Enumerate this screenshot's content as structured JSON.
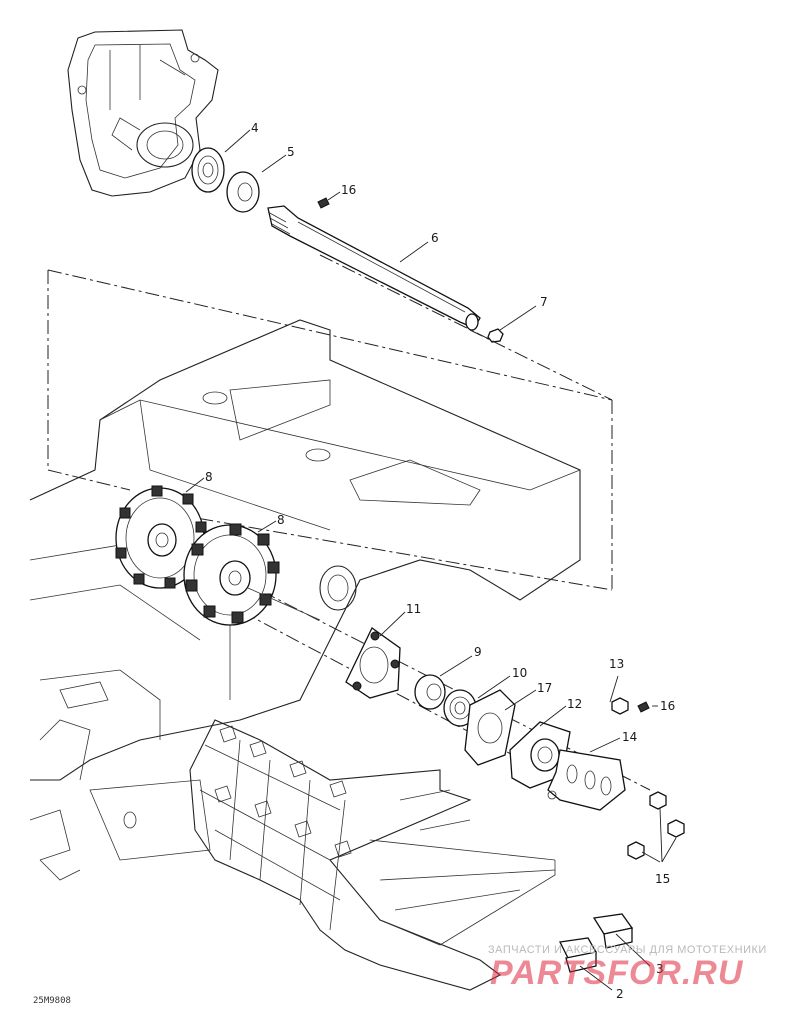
{
  "callouts": [
    {
      "id": "4",
      "label": "4"
    },
    {
      "id": "5",
      "label": "5"
    },
    {
      "id": "16a",
      "label": "16"
    },
    {
      "id": "6",
      "label": "6"
    },
    {
      "id": "7",
      "label": "7"
    },
    {
      "id": "8a",
      "label": "8"
    },
    {
      "id": "8b",
      "label": "8"
    },
    {
      "id": "11",
      "label": "11"
    },
    {
      "id": "9",
      "label": "9"
    },
    {
      "id": "10",
      "label": "10"
    },
    {
      "id": "17",
      "label": "17"
    },
    {
      "id": "12",
      "label": "12"
    },
    {
      "id": "13",
      "label": "13"
    },
    {
      "id": "16b",
      "label": "16"
    },
    {
      "id": "14",
      "label": "14"
    },
    {
      "id": "15",
      "label": "15"
    },
    {
      "id": "3",
      "label": "3"
    },
    {
      "id": "2",
      "label": "2"
    }
  ],
  "doc_code": "25M9808",
  "watermark": {
    "tagline": "ЗАПЧАСТИ И АКСЕССУАРЫ ДЛЯ МОТОТЕХНИКИ",
    "logo": "PARTSFOR.RU",
    "color": "#dc283c"
  }
}
